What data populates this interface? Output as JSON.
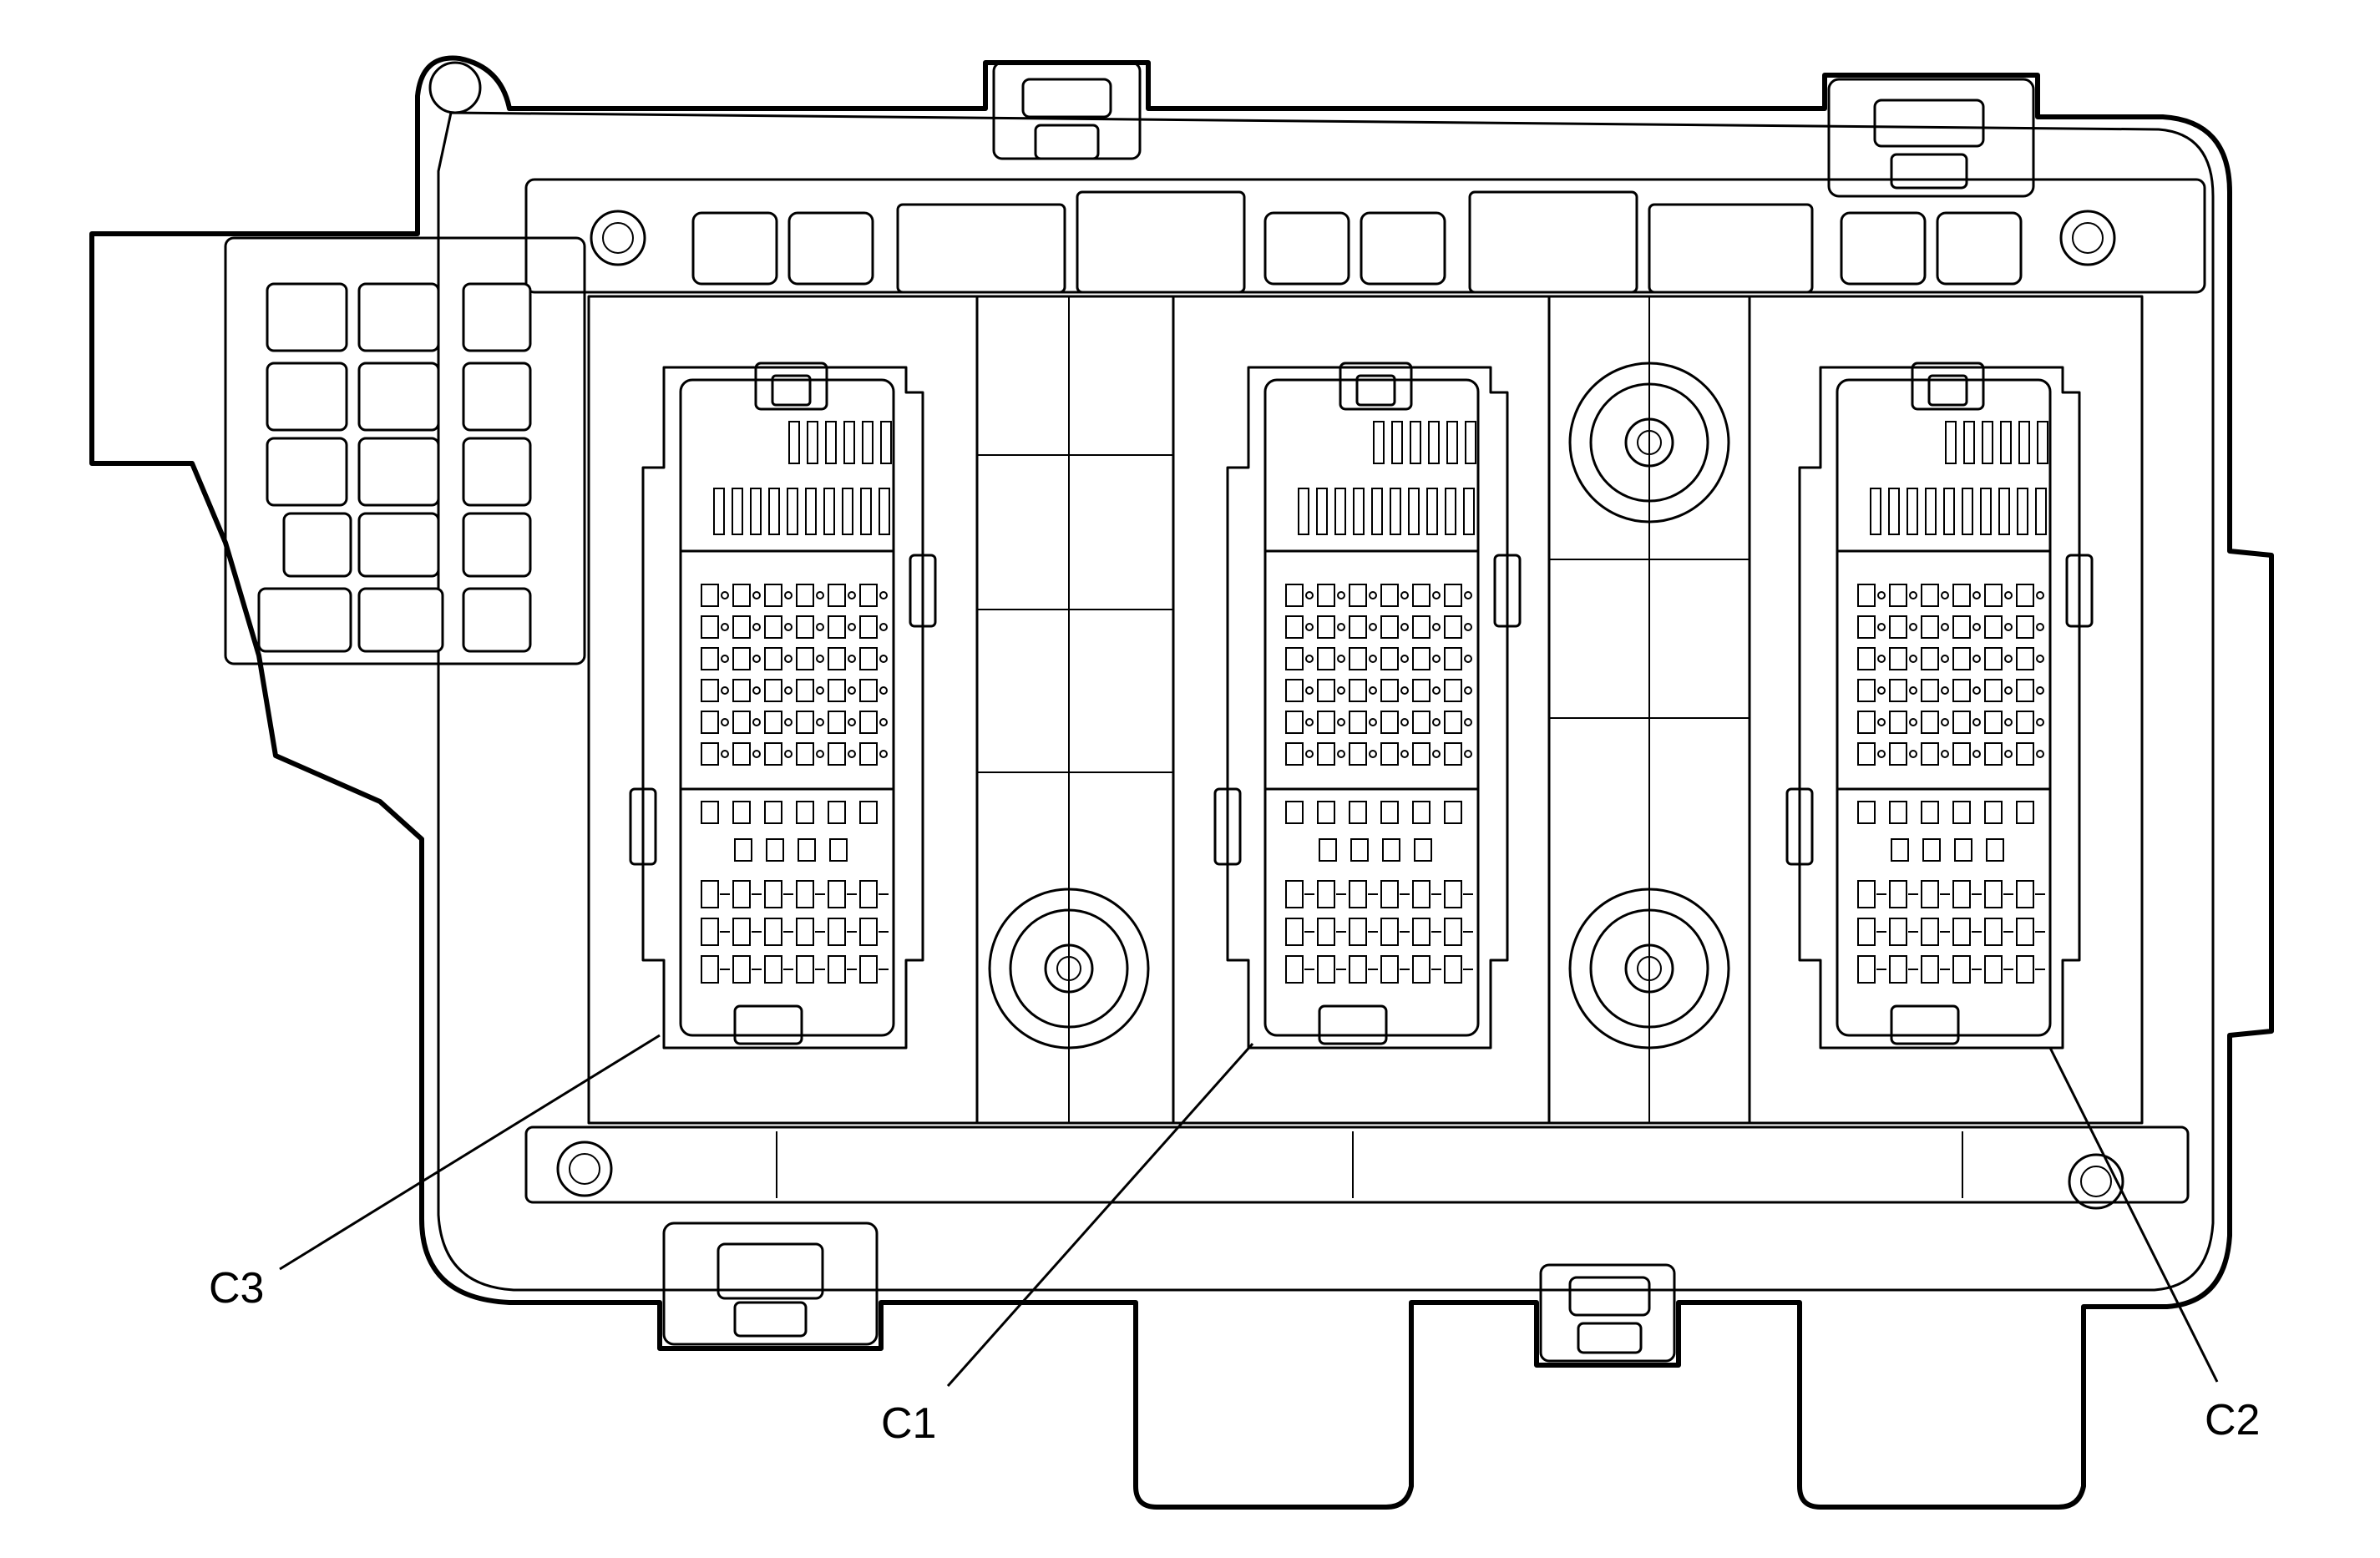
{
  "connectors": [
    {
      "id": "c1",
      "label": "C1"
    },
    {
      "id": "c2",
      "label": "C2"
    },
    {
      "id": "c3",
      "label": "C3"
    }
  ],
  "colors": {
    "line": "#000000",
    "background": "#ffffff"
  }
}
